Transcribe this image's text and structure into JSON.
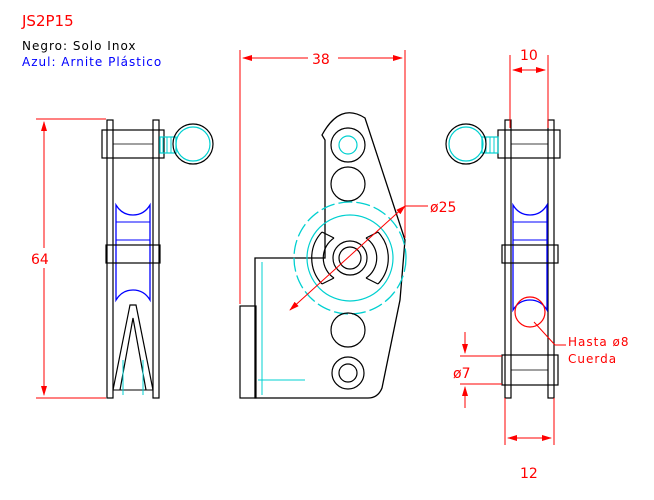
{
  "title": "JS2P15",
  "legend": {
    "black": "Negro: Solo Inox",
    "blue": "Azul: Arnite Plástico"
  },
  "dimensions": {
    "height": "64",
    "width_front": "38",
    "sheave_diameter": "ø25",
    "side_width_top": "10",
    "side_width_bottom": "12",
    "pin_diameter": "ø7"
  },
  "note": {
    "line1": "Hasta ø8",
    "line2": "Cuerda"
  },
  "colors": {
    "outline": "#000000",
    "dimension": "#ff0000",
    "hidden": "#00e5e5",
    "plastic": "#0000ff",
    "text_red": "#ff0000",
    "text_blue": "#0000ff"
  }
}
